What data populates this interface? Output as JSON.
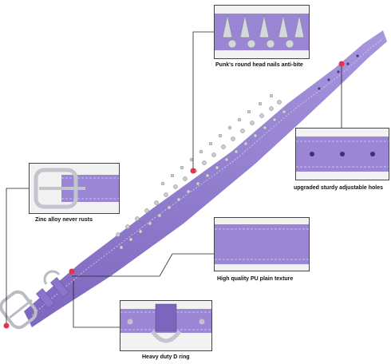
{
  "image": {
    "subject": "purple studded dog collar with detail callouts",
    "colors": {
      "collar": "#9b86d6",
      "collar_dark": "#7c66bd",
      "stitch": "#d9cff2",
      "metal": "#c9ccd2",
      "marker": "#e8324a",
      "line": "#222222"
    }
  },
  "callouts": {
    "spikes": {
      "caption": "Punk's round head nails anti-bite"
    },
    "holes": {
      "caption": "upgraded sturdy adjustable holes"
    },
    "buckle": {
      "caption": "Zinc alloy never rusts"
    },
    "texture": {
      "caption": "High quality PU plain texture"
    },
    "dring": {
      "caption": "Heavy duty D ring"
    }
  }
}
